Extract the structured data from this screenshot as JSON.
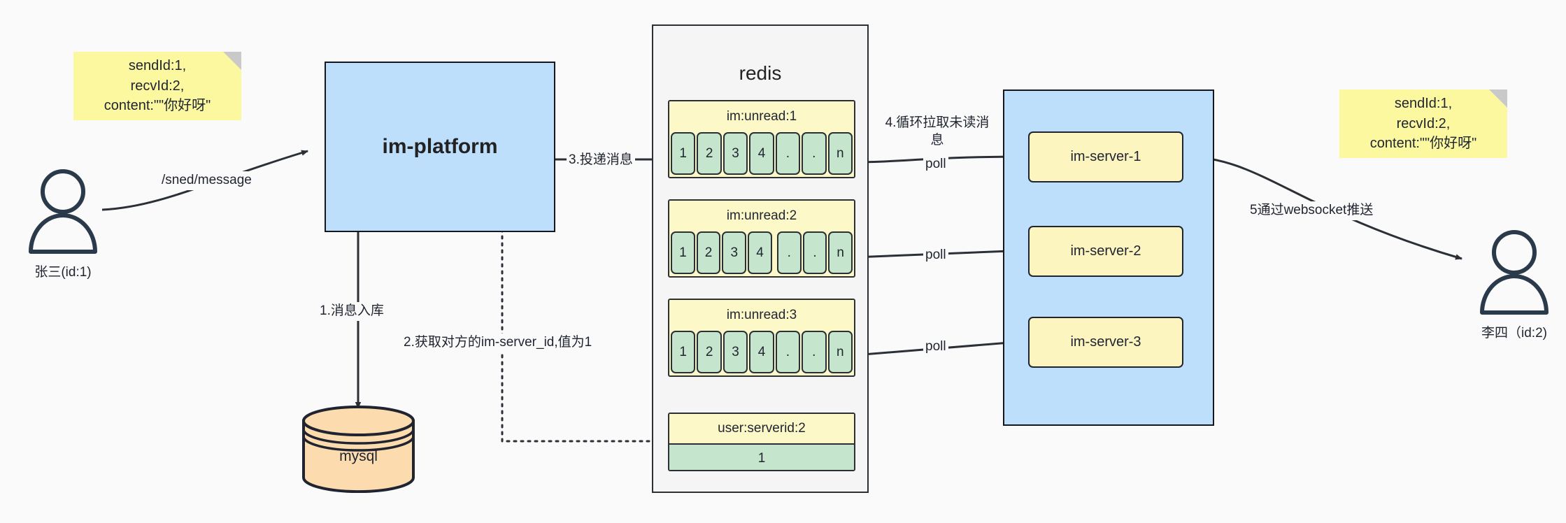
{
  "diagram": {
    "title": "IM message delivery architecture",
    "colors": {
      "note_yellow": "#fcf8a0",
      "blue_fill": "#bddffc",
      "redis_fill": "#f5f5f5",
      "list_header_yellow": "#fcf8c8",
      "cell_green": "#c5e5cd",
      "server_yellow": "#fdf5bf",
      "mysql_orange": "#fcdcae",
      "stroke": "#2b2f36",
      "actor_stroke": "#2b3a4a"
    }
  },
  "notes": {
    "left": "sendId:1,\nrecvId:2,\ncontent:\"\"你好呀\"",
    "right": "sendId:1,\nrecvId:2,\ncontent:\"\"你好呀\""
  },
  "actors": {
    "sender": {
      "label": "张三(id:1)",
      "icon": "user-icon"
    },
    "receiver": {
      "label": "李四（id:2)",
      "icon": "user-icon"
    }
  },
  "platform": {
    "label": "im-platform"
  },
  "database": {
    "label": "mysql",
    "icon": "database-cylinder-icon"
  },
  "redis": {
    "title": "redis",
    "lists": [
      {
        "key": "im:unread:1",
        "cells": [
          "1",
          "2",
          "3",
          "4",
          ".",
          ".",
          "n"
        ]
      },
      {
        "key": "im:unread:2",
        "cells": [
          "1",
          "2",
          "3",
          "4",
          ".",
          ".",
          "n"
        ]
      },
      {
        "key": "im:unread:3",
        "cells": [
          "1",
          "2",
          "3",
          "4",
          ".",
          ".",
          "n"
        ]
      }
    ],
    "kv": {
      "key": "user:serverid:2",
      "value": "1"
    }
  },
  "servers": {
    "items": [
      {
        "label": "im-server-1"
      },
      {
        "label": "im-server-2"
      },
      {
        "label": "im-server-3"
      }
    ]
  },
  "edges": {
    "send_message": "/sned/message",
    "step1": "1.消息入库",
    "step2": "2.获取对方的im-server_id,值为1",
    "step3": "3.投递消息",
    "step4": "4.循环拉取未读消\n息",
    "poll1": "poll",
    "poll2": "poll",
    "poll3": "poll",
    "step5": "5通过websocket推送"
  }
}
